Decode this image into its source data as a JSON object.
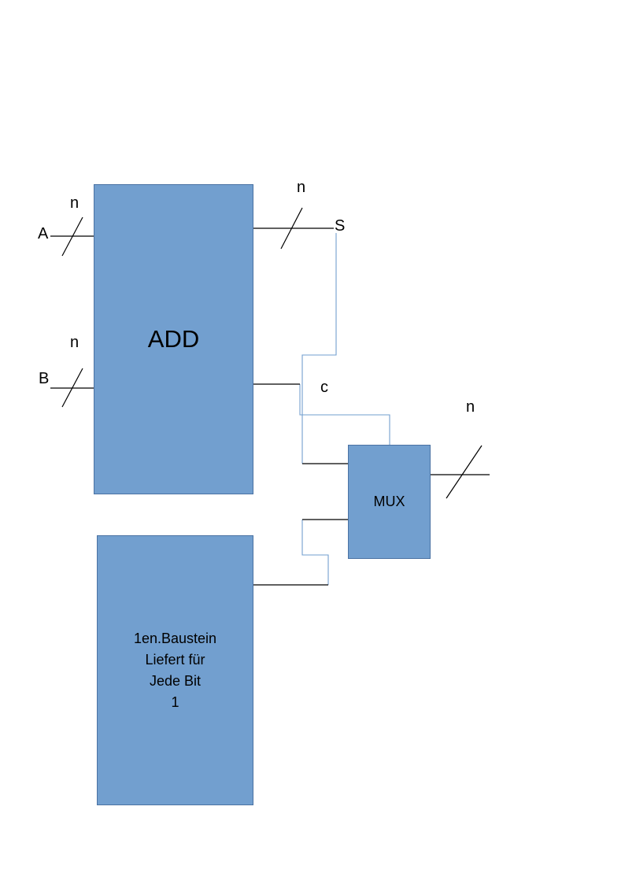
{
  "diagram": {
    "colors": {
      "page_bg": "#ffffff",
      "box_fill": "#729fcf",
      "box_border": "#4a72a3",
      "connector": "#729fcf",
      "wire": "#000000",
      "text": "#000000"
    },
    "blocks": {
      "add": {
        "label": "ADD"
      },
      "mux": {
        "label": "MUX"
      },
      "baustein": {
        "lines": [
          "1en.Baustein",
          "Liefert für",
          "Jede Bit",
          "1"
        ]
      }
    },
    "labels": {
      "input_a": "A",
      "input_a_width": "n",
      "input_b": "B",
      "input_b_width": "n",
      "sum": "S",
      "sum_width": "n",
      "carry": "c",
      "output_width": "n"
    }
  }
}
